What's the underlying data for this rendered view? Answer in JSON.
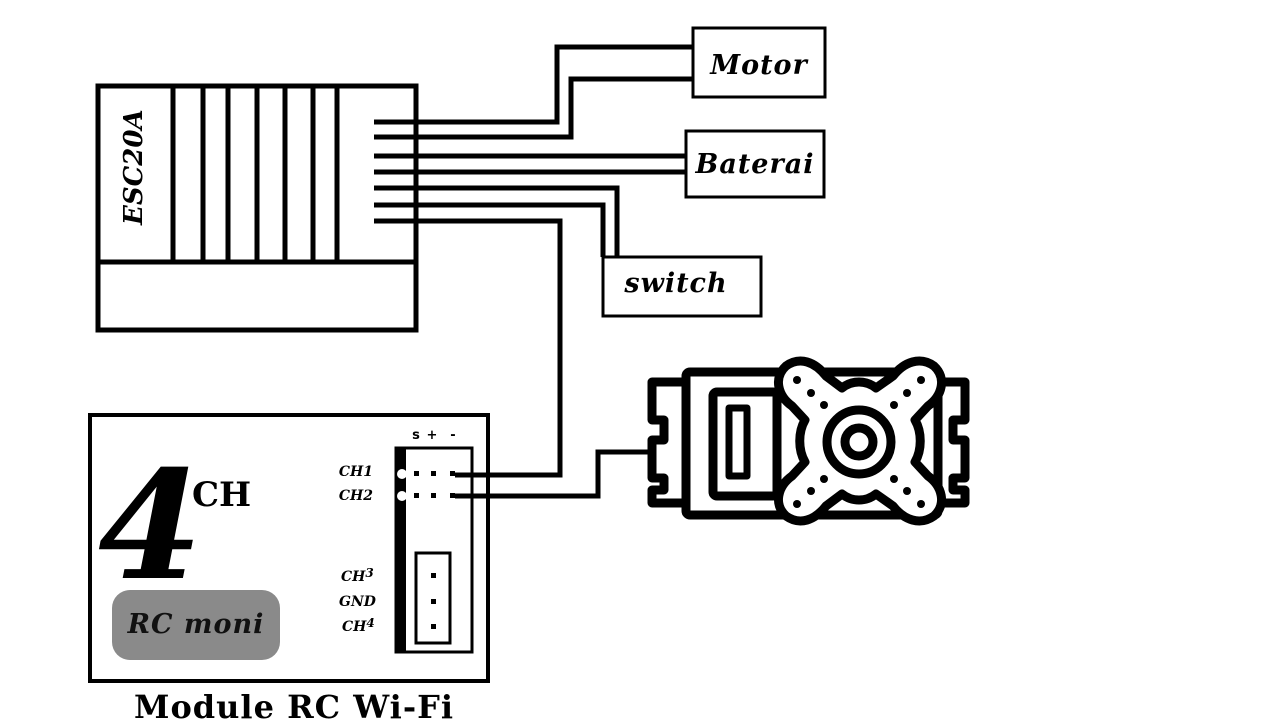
{
  "esc": {
    "label": "ESC20A"
  },
  "components": {
    "motor": "Motor",
    "battery": "Baterai",
    "switch": "switch"
  },
  "module": {
    "big_number": "4",
    "superscript": "CH",
    "badge": "RC moni",
    "caption": "Module RC Wi-Fi",
    "header_pins": [
      "s",
      "+",
      "-"
    ],
    "ch1": "CH1",
    "ch2": "CH2",
    "ch3": "CH",
    "ch3_sup": "3",
    "gnd": "GND",
    "ch4": "CH",
    "ch4_sup": "4"
  },
  "colors": {
    "line": "#000000",
    "badge_bg": "#8a8a8a",
    "background": "#ffffff"
  },
  "icons": {
    "servo": "servo-motor-icon"
  }
}
